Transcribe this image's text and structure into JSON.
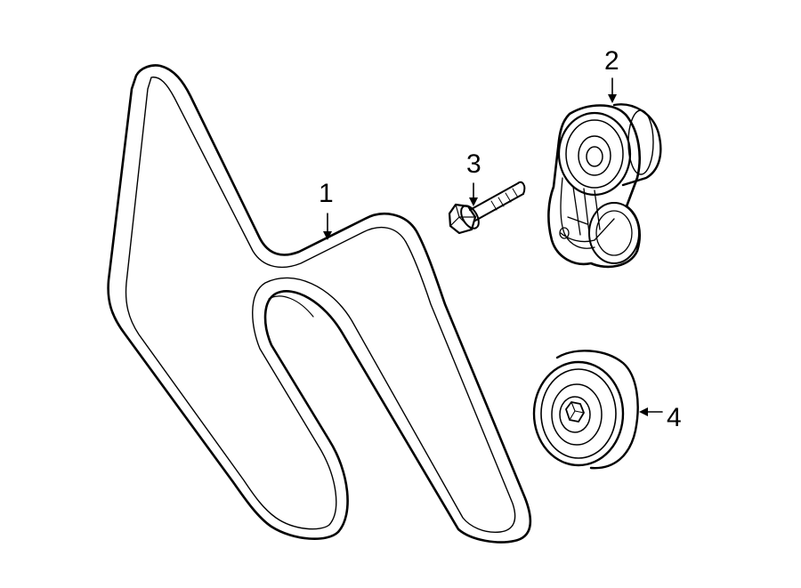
{
  "diagram": {
    "parts": [
      {
        "callout": "1",
        "icon": "serpentine-belt-icon"
      },
      {
        "callout": "2",
        "icon": "belt-tensioner-icon"
      },
      {
        "callout": "3",
        "icon": "bolt-icon"
      },
      {
        "callout": "4",
        "icon": "idler-pulley-icon"
      }
    ]
  },
  "colors": {
    "line": "#000000",
    "background": "#ffffff"
  }
}
